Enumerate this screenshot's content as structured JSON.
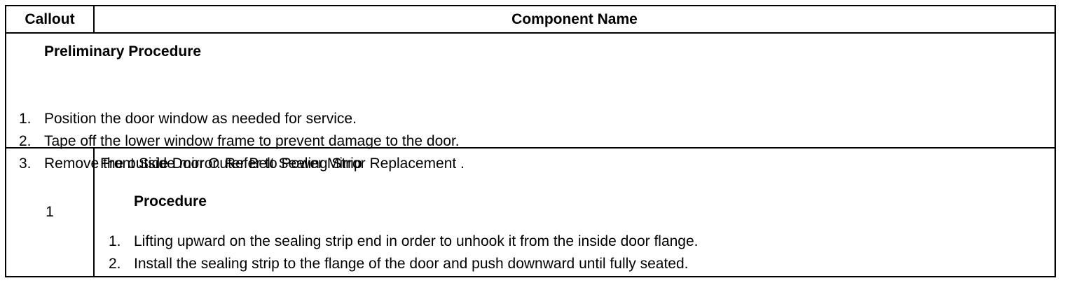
{
  "header": {
    "callout": "Callout",
    "component_name": "Component Name"
  },
  "preliminary": {
    "title": "Preliminary Procedure",
    "steps": [
      {
        "num": "1.",
        "text": "Position the door window as needed for service."
      },
      {
        "num": "2.",
        "text": "Tape off the lower window frame to prevent damage to the door."
      },
      {
        "num": "3.",
        "text": "Remove the outside mirror. Refer to Power Mirror Replacement ."
      }
    ]
  },
  "rows": [
    {
      "callout": "1",
      "component": "Front Side Door Outer Belt Sealing Strip",
      "procedure_title": "Procedure",
      "steps": [
        {
          "num": "1.",
          "text": "Lifting upward on the sealing strip end in order to unhook it from the inside door flange."
        },
        {
          "num": "2.",
          "text": "Install the sealing strip to the flange of the door and push downward until fully seated."
        }
      ]
    }
  ]
}
